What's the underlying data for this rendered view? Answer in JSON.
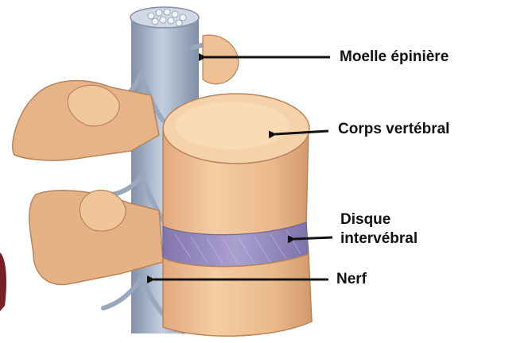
{
  "labels": {
    "moelle": "Moelle épinière",
    "corps": "Corps vertébral",
    "disque_line1": "Disque",
    "disque_line2": "intervébral",
    "nerf": "Nerf"
  },
  "colors": {
    "bone": "#f0c496",
    "bone_shadow": "#d9a274",
    "bone_light": "#f8ddb9",
    "spinal_cord": "#a9b8cc",
    "disc": "#9a8fc0",
    "arrow": "#111111",
    "background": "#ffffff",
    "edge_mark": "#7a1f25"
  }
}
